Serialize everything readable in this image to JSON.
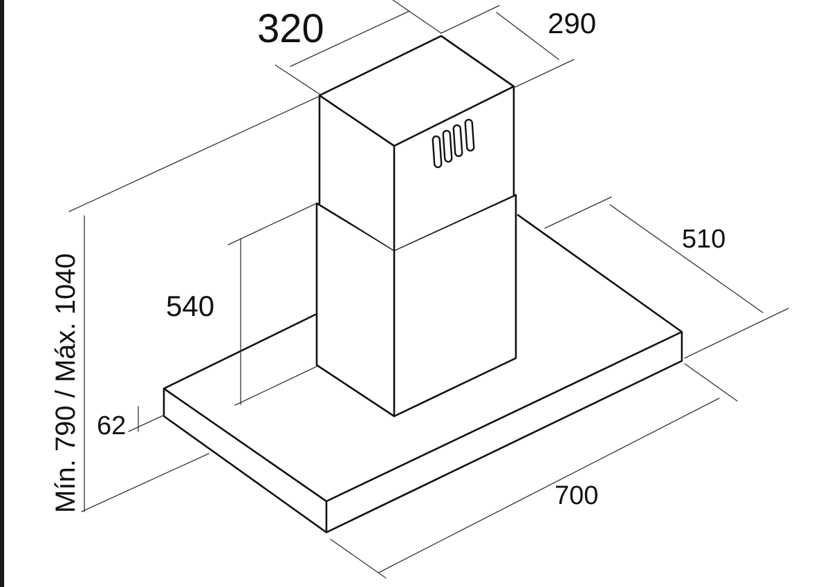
{
  "dimensions": {
    "chimney_width": "320",
    "chimney_depth": "290",
    "canopy_depth": "510",
    "lower_chimney_height": "540",
    "canopy_thickness": "62",
    "canopy_width": "700",
    "total_height": "Mín. 790 / Máx. 1040"
  },
  "colors": {
    "line": "#111111",
    "dimension_line": "#333333",
    "background": "#ffffff"
  }
}
